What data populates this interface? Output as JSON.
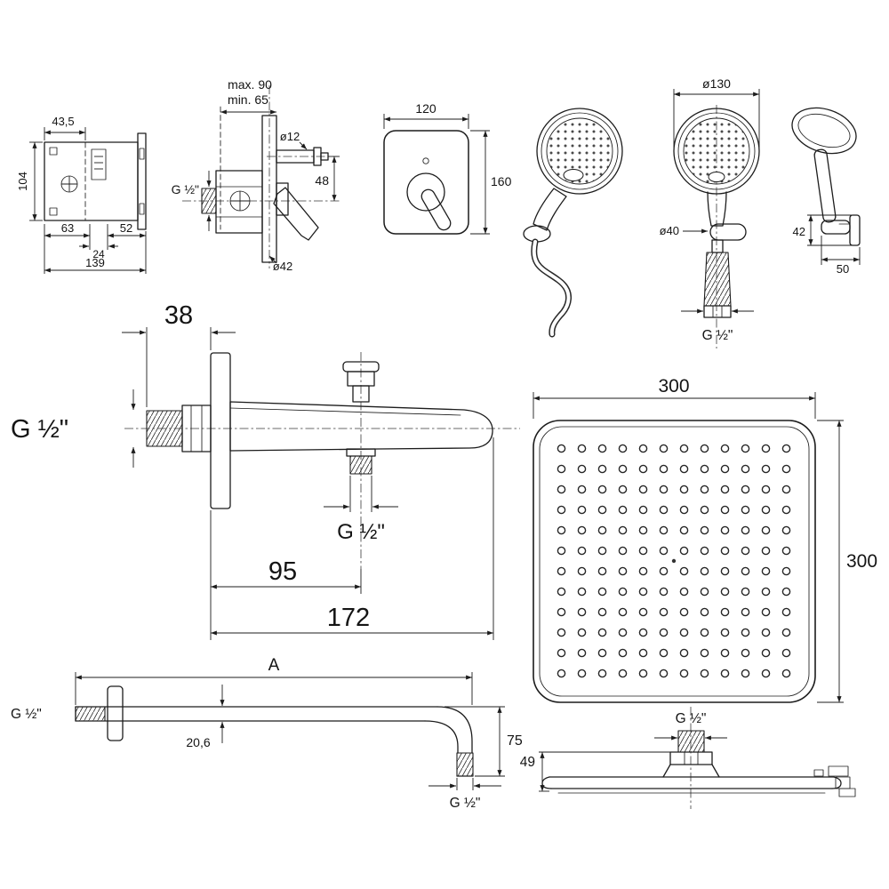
{
  "page": {
    "background": "#ffffff",
    "line_color": "#1c1c1c",
    "description": "Shower set technical dimension drawing"
  },
  "figures": {
    "valve_box": {
      "dim_top_width": "43,5",
      "dim_height": "104",
      "dim_bottom_left": "63",
      "dim_bottom_mid": "24",
      "dim_bottom_right": "52",
      "dim_bottom_total": "139"
    },
    "valve_section": {
      "dim_depth_max": "max. 90",
      "dim_depth_min": "min. 65",
      "dim_outlet": "ø12",
      "dim_offset": "48",
      "thread_inlet": "G ½\"",
      "dim_sleeve": "ø42"
    },
    "trim_plate": {
      "dim_width": "120",
      "dim_height": "160"
    },
    "hand_shower_front": {
      "dim_head": "ø130",
      "dim_holder": "ø40",
      "thread_hose": "G ½\""
    },
    "hand_shower_side": {
      "dim_holder_height": "42",
      "dim_holder_depth": "50"
    },
    "bath_spout": {
      "dim_wall_offset": "38",
      "thread_inlet": "G ½\"",
      "thread_outlet": "G ½\"",
      "dim_outlet_distance": "95",
      "dim_length": "172"
    },
    "rain_head_top": {
      "dim_width": "300",
      "dim_height": "300"
    },
    "shower_arm": {
      "dim_length": "A",
      "thread_wall": "G ½\"",
      "dim_tube": "20,6",
      "dim_drop": "75",
      "thread_tip": "G ½\""
    },
    "rain_head_side": {
      "thread_inlet": "G ½\"",
      "dim_height": "49"
    }
  }
}
